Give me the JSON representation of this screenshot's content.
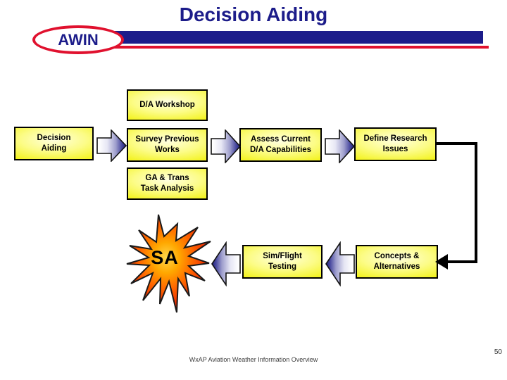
{
  "slide": {
    "title": "Decision Aiding",
    "logo_text": "AWIN",
    "footer_text": "WxAP Aviation Weather Information Overview",
    "page_number": "50"
  },
  "colors": {
    "navy": "#1c1c8a",
    "red": "#e0112e",
    "box_fill": "#f0f000",
    "box_fill_highlight": "#ffffe0",
    "arrow_dark": "#1e1e7a",
    "burst_outer": "#d01000",
    "burst_inner": "#ffa800"
  },
  "flowchart": {
    "boxes": [
      {
        "id": "da-workshop",
        "lines": [
          "D/A Workshop"
        ]
      },
      {
        "id": "decision-aiding",
        "lines": [
          "Decision",
          "Aiding"
        ]
      },
      {
        "id": "survey-previous-works",
        "lines": [
          "Survey Previous",
          "Works"
        ]
      },
      {
        "id": "assess-current-da-capabilities",
        "lines": [
          "Assess Current",
          "D/A Capabilities"
        ]
      },
      {
        "id": "define-research-issues",
        "lines": [
          "Define Research",
          "Issues"
        ]
      },
      {
        "id": "ga-trans-task-analysis",
        "lines": [
          "GA & Trans",
          "Task Analysis"
        ]
      },
      {
        "id": "sim-flight-testing",
        "lines": [
          "Sim/Flight",
          "Testing"
        ]
      },
      {
        "id": "concepts-alternatives",
        "lines": [
          "Concepts &",
          "Alternatives"
        ]
      }
    ],
    "starburst_label": "SA"
  }
}
